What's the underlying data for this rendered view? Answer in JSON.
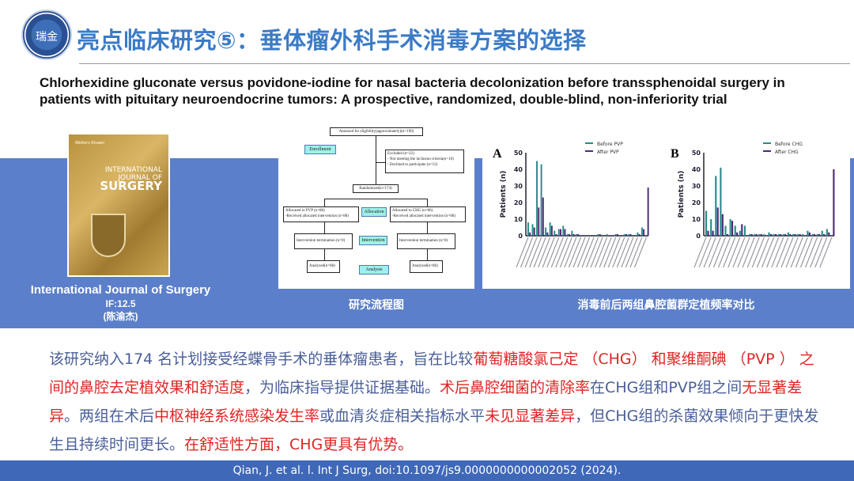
{
  "header": {
    "logo_text": "瑞金",
    "title": "亮点临床研究⑤：垂体瘤外科手术消毒方案的选择"
  },
  "paper": {
    "title": "Chlorhexidine gluconate versus povidone-iodine for nasal bacteria decolonization before transsphenoidal surgery in patients with pituitary neuroendocrine tumors: A prospective, randomized, double-blind, non-inferiority trial"
  },
  "journal": {
    "cover_publisher": "Wolters Kluwer",
    "cover_line1": "INTERNATIONAL",
    "cover_line2": "JOURNAL OF",
    "cover_line3": "SURGERY",
    "name": "International Journal of Surgery",
    "impact": "IF:12.5",
    "author": "(陈渝杰)"
  },
  "flowchart": {
    "caption": "研究流程图",
    "assessed": "Assessed for eligibility(approximately)(n=196)",
    "excluded": "Excluded (n=22)",
    "excl1": "- Not meeting the inclusion criteria(n=10)",
    "excl2": "- Declined to participate (n=12)",
    "randomized": "Randomized(n=174)",
    "alloc_pvp": "Allocated to PVP (n=88)",
    "recv_pvp": "-Received allocated intervention (n=88)",
    "alloc_chg": "Allocated to CHG (n=86)",
    "recv_chg": "-Received allocated intervention (n=86)",
    "term_pvp": "Intervention termination (n=0)",
    "term_chg": "Intervention termination (n=0)",
    "an_pvp": "Analyzed(n=88)",
    "an_chg": "Analyzed(n=86)",
    "lab_enroll": "Enrollment",
    "lab_alloc": "Allocation",
    "lab_interv": "Intervention",
    "lab_analysis": "Analysis"
  },
  "charts_caption": "消毒前后两组鼻腔菌群定植频率对比",
  "chart_data": [
    {
      "type": "bar",
      "panel": "A",
      "ylabel": "Patients (n)",
      "ylim": [
        0,
        50
      ],
      "yticks": [
        0,
        10,
        20,
        30,
        40,
        50
      ],
      "series": [
        {
          "name": "Before PVP",
          "color": "#2a8a8a",
          "values": [
            8,
            7,
            45,
            43,
            5,
            8,
            3,
            4,
            6,
            1,
            3,
            1,
            0,
            0,
            0,
            0,
            1,
            0,
            1,
            0,
            1,
            0,
            1,
            1,
            0,
            2,
            5,
            0
          ]
        },
        {
          "name": "After PVP",
          "color": "#4a2a7a",
          "values": [
            2,
            5,
            17,
            23,
            2,
            6,
            1,
            4,
            4,
            1,
            1,
            1,
            0,
            0,
            0,
            0,
            1,
            0,
            0,
            0,
            1,
            0,
            1,
            1,
            0,
            1,
            4,
            29
          ]
        }
      ]
    },
    {
      "type": "bar",
      "panel": "B",
      "ylabel": "Patients (n)",
      "ylim": [
        0,
        50
      ],
      "yticks": [
        0,
        10,
        20,
        30,
        40,
        50
      ],
      "series": [
        {
          "name": "Before CHG",
          "color": "#2a8a8a",
          "values": [
            15,
            10,
            36,
            41,
            6,
            10,
            6,
            3,
            6,
            1,
            1,
            1,
            1,
            2,
            1,
            1,
            1,
            2,
            1,
            1,
            1,
            3,
            1,
            1,
            3,
            4,
            0
          ]
        },
        {
          "name": "After CHG",
          "color": "#4a2a7a",
          "values": [
            3,
            3,
            17,
            13,
            1,
            9,
            2,
            7,
            0,
            1,
            1,
            1,
            0,
            1,
            1,
            1,
            1,
            1,
            1,
            1,
            0,
            2,
            1,
            1,
            1,
            2,
            40
          ]
        }
      ]
    }
  ],
  "summary": [
    {
      "t": "该研究纳入174 名计划接受经蝶骨手术的垂体瘤患者，旨在比较",
      "r": false
    },
    {
      "t": "葡萄糖酸氯己定 （CHG） 和聚维酮碘 （PVP ） 之间的鼻腔去定植效果和舒适度",
      "r": true
    },
    {
      "t": "，为临床指导提供证据基础。",
      "r": false
    },
    {
      "t": "术后鼻腔细菌的清除率",
      "r": true
    },
    {
      "t": "在CHG组和PVP组之间",
      "r": false
    },
    {
      "t": "无显著差异",
      "r": true
    },
    {
      "t": "。两组在术后",
      "r": false
    },
    {
      "t": "中枢神经系统感染发生率",
      "r": true
    },
    {
      "t": "或血清炎症相关指标水平",
      "r": false
    },
    {
      "t": "未见显著差异",
      "r": true
    },
    {
      "t": "，但CHG组的杀菌效果倾向于更快发生且持续时间更长。",
      "r": false
    },
    {
      "t": "在舒适性方面，CHG更具有优势。",
      "r": true
    }
  ],
  "footer": {
    "citation": "Qian, J. et al. l. Int J Surg, doi:10.1097/js9.0000000000002052 (2024)."
  }
}
